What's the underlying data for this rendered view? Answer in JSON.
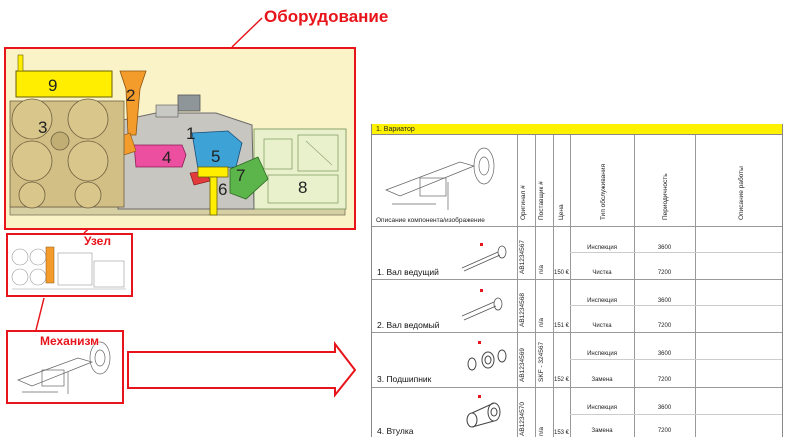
{
  "labels": {
    "equipment": "Оборудование",
    "node": "Узел",
    "mechanism": "Механизм"
  },
  "machine_numbers": [
    "1",
    "2",
    "3",
    "4",
    "5",
    "6",
    "7",
    "8",
    "9"
  ],
  "sheet": {
    "title": "1. Вариатор",
    "headers": {
      "component": "Описание компонента/изображение",
      "original": "Оригинал #",
      "supplier": "Поставщик #",
      "price": "Цена",
      "service_type": "Тип обслуживания",
      "periodicity": "Периодичность",
      "work_description": "Описание работы"
    },
    "items": [
      {
        "name": "1. Вал ведущий",
        "original": "AB1234567",
        "supplier": "n/a",
        "price": "150 €",
        "services": [
          {
            "type": "Инспекция",
            "period": "3600"
          },
          {
            "type": "Чистка",
            "period": "7200"
          }
        ]
      },
      {
        "name": "2. Вал ведомый",
        "original": "AB1234568",
        "supplier": "n/a",
        "price": "151 €",
        "services": [
          {
            "type": "Инспекция",
            "period": "3600"
          },
          {
            "type": "Чистка",
            "period": "7200"
          }
        ]
      },
      {
        "name": "3. Подшипник",
        "original": "AB1234569",
        "supplier": "SKF - 324567",
        "price": "152 €",
        "services": [
          {
            "type": "Инспекция",
            "period": "3600"
          },
          {
            "type": "Замена",
            "period": "7200"
          }
        ]
      },
      {
        "name": "4. Втулка",
        "original": "AB1234570",
        "supplier": "n/a",
        "price": "153 €",
        "services": [
          {
            "type": "Инспекция",
            "period": "3600"
          },
          {
            "type": "Замена",
            "period": "7200"
          }
        ]
      }
    ]
  },
  "colors": {
    "accent_red": "#e8141b",
    "header_yellow": "#fff200",
    "machine_bg": "#fbf3c8"
  }
}
